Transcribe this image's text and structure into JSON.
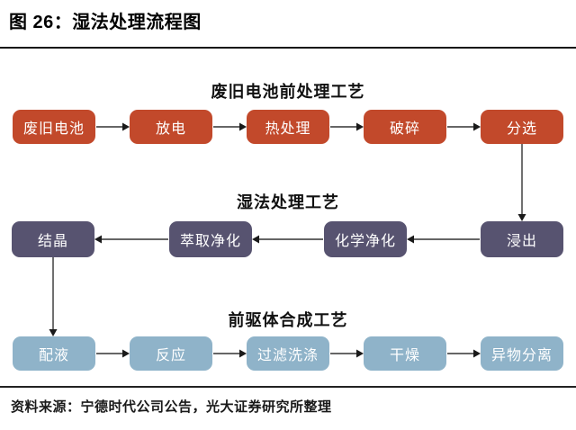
{
  "title": "图 26：湿法处理流程图",
  "source": "资料来源：宁德时代公司公告，光大证券研究所整理",
  "colors": {
    "pretreatment_box": "#c2492b",
    "wet_process_box": "#575370",
    "precursor_box": "#8fb3c9",
    "arrow_line": "#333333",
    "arrow_head": "#1a1a1a",
    "rule": "#111111"
  },
  "sections": [
    {
      "id": "pretreatment",
      "header": "废旧电池前处理工艺",
      "color_key": "pretreatment_box",
      "direction": "right",
      "boxes": [
        "废旧电池",
        "放电",
        "热处理",
        "破碎",
        "分选"
      ]
    },
    {
      "id": "wet-process",
      "header": "湿法处理工艺",
      "color_key": "wet_process_box",
      "direction": "left",
      "boxes": [
        "结晶",
        "萃取净化",
        "化学净化",
        "浸出"
      ]
    },
    {
      "id": "precursor-synthesis",
      "header": "前驱体合成工艺",
      "color_key": "precursor_box",
      "direction": "right",
      "boxes": [
        "配液",
        "反应",
        "过滤洗涤",
        "干燥",
        "异物分离"
      ]
    }
  ],
  "connectors": [
    {
      "from": "分选",
      "to": "浸出"
    },
    {
      "from": "结晶",
      "to": "配液"
    }
  ]
}
